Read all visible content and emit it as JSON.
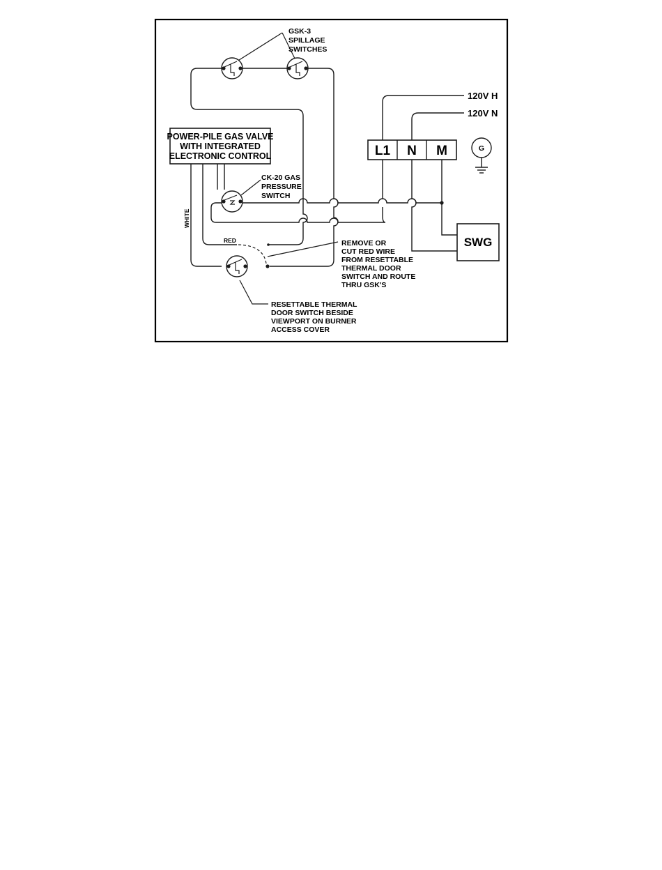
{
  "labels": {
    "spillage": [
      "GSK-3",
      "SPILLAGE",
      "SWITCHES"
    ],
    "gas_valve": [
      "POWER-PILE GAS VALVE",
      "WITH INTEGRATED",
      "ELECTRONIC CONTROL"
    ],
    "pressure": [
      "CK-20 GAS",
      "PRESSURE",
      "SWITCH"
    ],
    "remove": [
      "REMOVE OR",
      "CUT RED WIRE",
      "FROM RESETTABLE",
      "THERMAL DOOR",
      "SWITCH AND ROUTE",
      "THRU GSK'S"
    ],
    "thermal": [
      "RESETTABLE THERMAL",
      "DOOR SWITCH BESIDE",
      "VIEWPORT ON BURNER",
      "ACCESS COVER"
    ],
    "wire_white": "WHITE",
    "wire_red": "RED",
    "supply_hot": "120V H",
    "supply_neutral": "120V N",
    "terminal_l1": "L1",
    "terminal_n": "N",
    "terminal_m": "M",
    "ground": "G",
    "swg": "SWG"
  }
}
